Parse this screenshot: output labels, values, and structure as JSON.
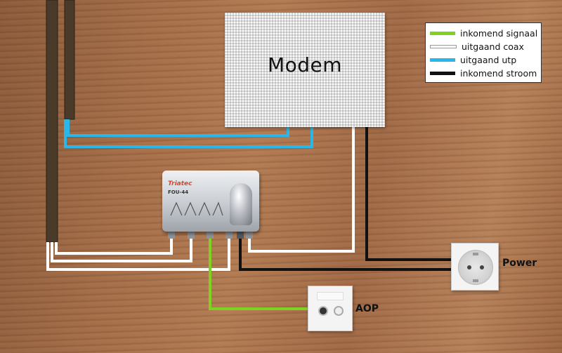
{
  "modem": {
    "label": "Modem"
  },
  "legend": {
    "items": [
      {
        "label": "inkomend signaal",
        "color": "#7ed321"
      },
      {
        "label": "uitgaand coax",
        "color": "#ffffff"
      },
      {
        "label": "uitgaand utp",
        "color": "#29b6e8"
      },
      {
        "label": "inkomend stroom",
        "color": "#111111"
      }
    ]
  },
  "amplifier": {
    "brand": "Triatec",
    "model": "FOU-44"
  },
  "outlets": {
    "power": {
      "label": "Power"
    },
    "aop": {
      "label": "AOP"
    }
  },
  "colors": {
    "signal": "#7ed321",
    "coax": "#ffffff",
    "utp": "#29b6e8",
    "power": "#111111",
    "conduit": "#4a3a2a"
  }
}
